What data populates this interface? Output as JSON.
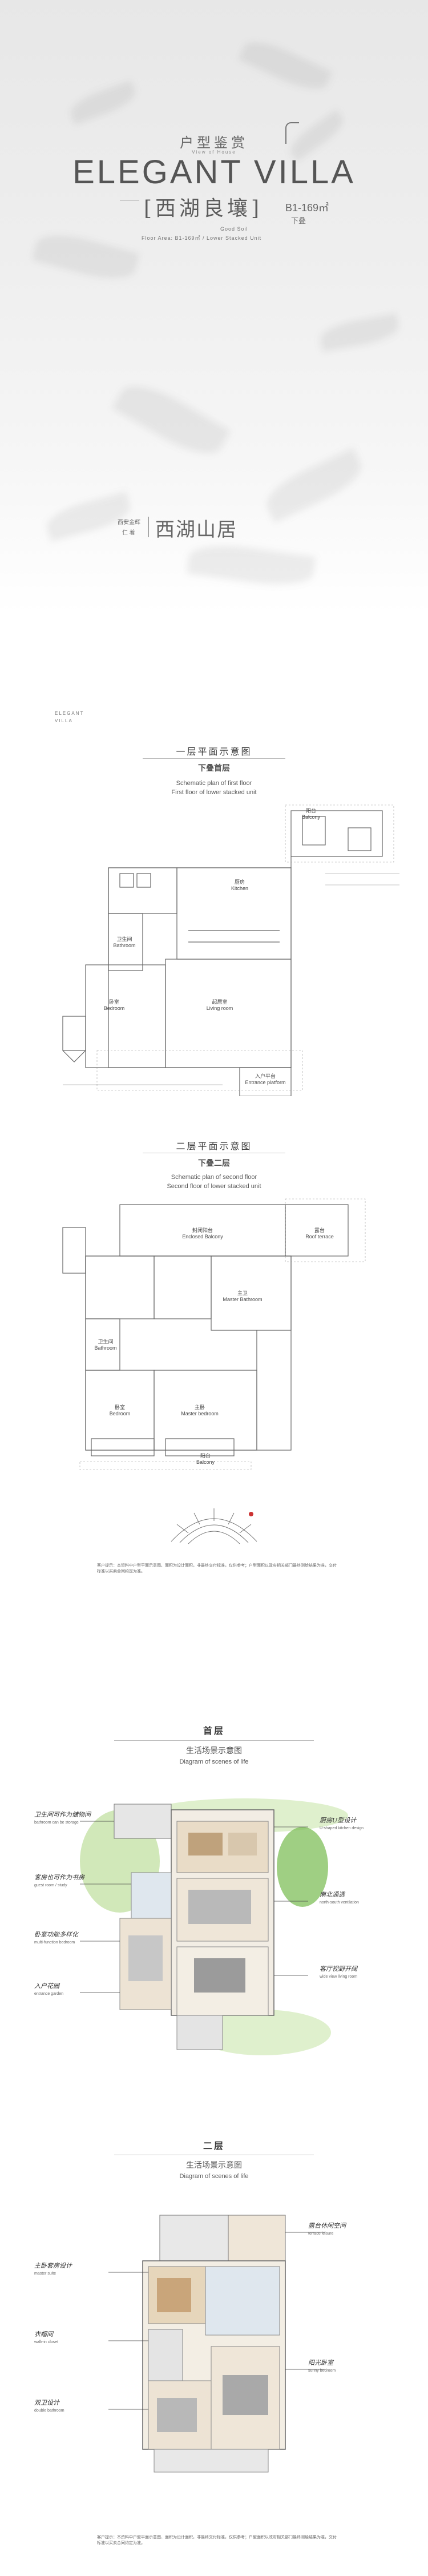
{
  "hero": {
    "title_cn": "户型鉴赏",
    "view_en": "View of House",
    "title_en": "ELEGANT VILLA",
    "name_cn": "[西湖良壤]",
    "area": "B1-169㎡",
    "area_note": "下叠",
    "good_soil": "Good Soil",
    "floor_area": "Floor Area: B1-169㎡ / Lower Stacked Unit",
    "brand_small_1": "西安金辉",
    "brand_small_2": "仁 着",
    "brand_name": "西湖山居"
  },
  "plan1": {
    "corner_en": "ELEGANT",
    "corner_en2": "VILLA",
    "title_cn": "一层平面示意图",
    "subtitle_cn": "下叠首层",
    "title_en_1": "Schematic plan of first floor",
    "title_en_2": "First floor of lower stacked unit",
    "rooms": {
      "balcony": "阳台\nBalcony",
      "kitchen": "厨房\nKitchen",
      "bathroom": "卫生间\nBathroom",
      "bedroom": "卧室\nBedroom",
      "living": "起居室\nLiving room",
      "entrance": "入户平台\nEntrance platform"
    }
  },
  "plan2": {
    "title_cn": "二层平面示意图",
    "subtitle_cn": "下叠二层",
    "title_en_1": "Schematic plan of second floor",
    "title_en_2": "Second floor of lower stacked unit",
    "rooms": {
      "enclosed_balcony": "封闭阳台\nEnclosed Balcony",
      "roof_terrace": "露台\nRoof terrace",
      "master_bath": "主卫\nMaster Bathroom",
      "bathroom": "卫生间\nBathroom",
      "bedroom": "卧室\nBedroom",
      "master_bedroom": "主卧\nMaster bedroom",
      "balcony": "阳台\nBalcony"
    }
  },
  "disclaimer": "客户提示：本资料中户型平面示意图、面积为设计面积，非最终交付标准，仅供参考；户型面积以政府相关部门最终测绘结果为准，交付标准以买卖合同约定为准。",
  "scene1": {
    "title_cn": "首层",
    "subtitle_cn": "生活场景示意图",
    "title_en": "Diagram of scenes of life",
    "notes_left": [
      {
        "cn": "卫生间可作为储物间",
        "en": "bathroom can be storage"
      },
      {
        "cn": "客房也可作为书房",
        "en": "guest room / study"
      },
      {
        "cn": "卧室功能多样化",
        "en": "multi-function bedroom"
      },
      {
        "cn": "入户花园",
        "en": "entrance garden"
      }
    ],
    "notes_right": [
      {
        "cn": "厨房U型设计",
        "en": "U-shaped kitchen design"
      },
      {
        "cn": "南北通透",
        "en": "north-south ventilation"
      },
      {
        "cn": "客厅视野开阔",
        "en": "wide view living room"
      }
    ]
  },
  "scene2": {
    "title_cn": "二层",
    "subtitle_cn": "生活场景示意图",
    "title_en": "Diagram of scenes of life",
    "notes_left": [
      {
        "cn": "主卧套房设计",
        "en": "master suite"
      },
      {
        "cn": "衣帽间",
        "en": "walk-in closet"
      },
      {
        "cn": "双卫设计",
        "en": "double bathroom"
      }
    ],
    "notes_right": [
      {
        "cn": "露台休闲空间",
        "en": "terrace leisure"
      },
      {
        "cn": "阳光卧室",
        "en": "sunny bedroom"
      }
    ]
  },
  "disclaimer2": "客户提示：本资料中户型平面示意图、面积为设计面积，非最终交付标准，仅供参考；户型面积以政府相关部门最终测绘结果为准，交付标准以买卖合同约定为准。",
  "colors": {
    "accent": "#5a5a5a",
    "green": "#8fbf6a",
    "wood": "#c9a57a"
  }
}
